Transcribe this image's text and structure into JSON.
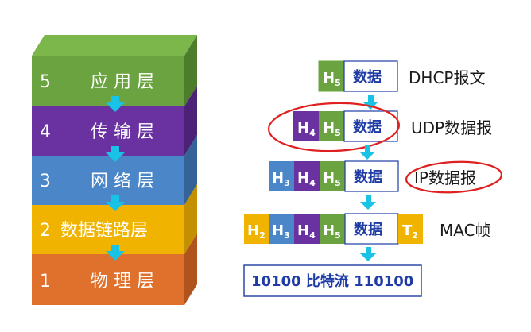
{
  "layers": [
    {
      "num": "5",
      "name": "应 用 层",
      "color": "#6aa33f",
      "side": "#4d7d2b"
    },
    {
      "num": "4",
      "name": "传 输 层",
      "color": "#6a31a0",
      "side": "#4b2275"
    },
    {
      "num": "3",
      "name": "网 络 层",
      "color": "#4a86c8",
      "side": "#346497"
    },
    {
      "num": "2",
      "name": "数据链路层",
      "color": "#f0b400",
      "side": "#c48f00"
    },
    {
      "num": "1",
      "name": "物 理 层",
      "color": "#e0712c",
      "side": "#b0531c"
    }
  ],
  "headers": {
    "h2": {
      "base": "H",
      "sub": "2",
      "color": "#f0b400"
    },
    "h3": {
      "base": "H",
      "sub": "3",
      "color": "#4a86c8"
    },
    "h4": {
      "base": "H",
      "sub": "4",
      "color": "#6a31a0"
    },
    "h5": {
      "base": "H",
      "sub": "5",
      "color": "#6aa33f"
    },
    "t2": {
      "base": "T",
      "sub": "2",
      "color": "#f0b400"
    }
  },
  "data_label": "数据",
  "rows": [
    {
      "label": "DHCP报文",
      "circled": false
    },
    {
      "label": "UDP数据报",
      "circled": true
    },
    {
      "label": "IP数据报",
      "circled": true
    },
    {
      "label": "MAC帧",
      "circled": false
    }
  ],
  "bitstream": "10100 比特流 110100",
  "colors": {
    "arrow": "#19c3e6",
    "circle": "#e02020",
    "data_text": "#1f3ca6",
    "bit_border": "#1f3ca6"
  }
}
